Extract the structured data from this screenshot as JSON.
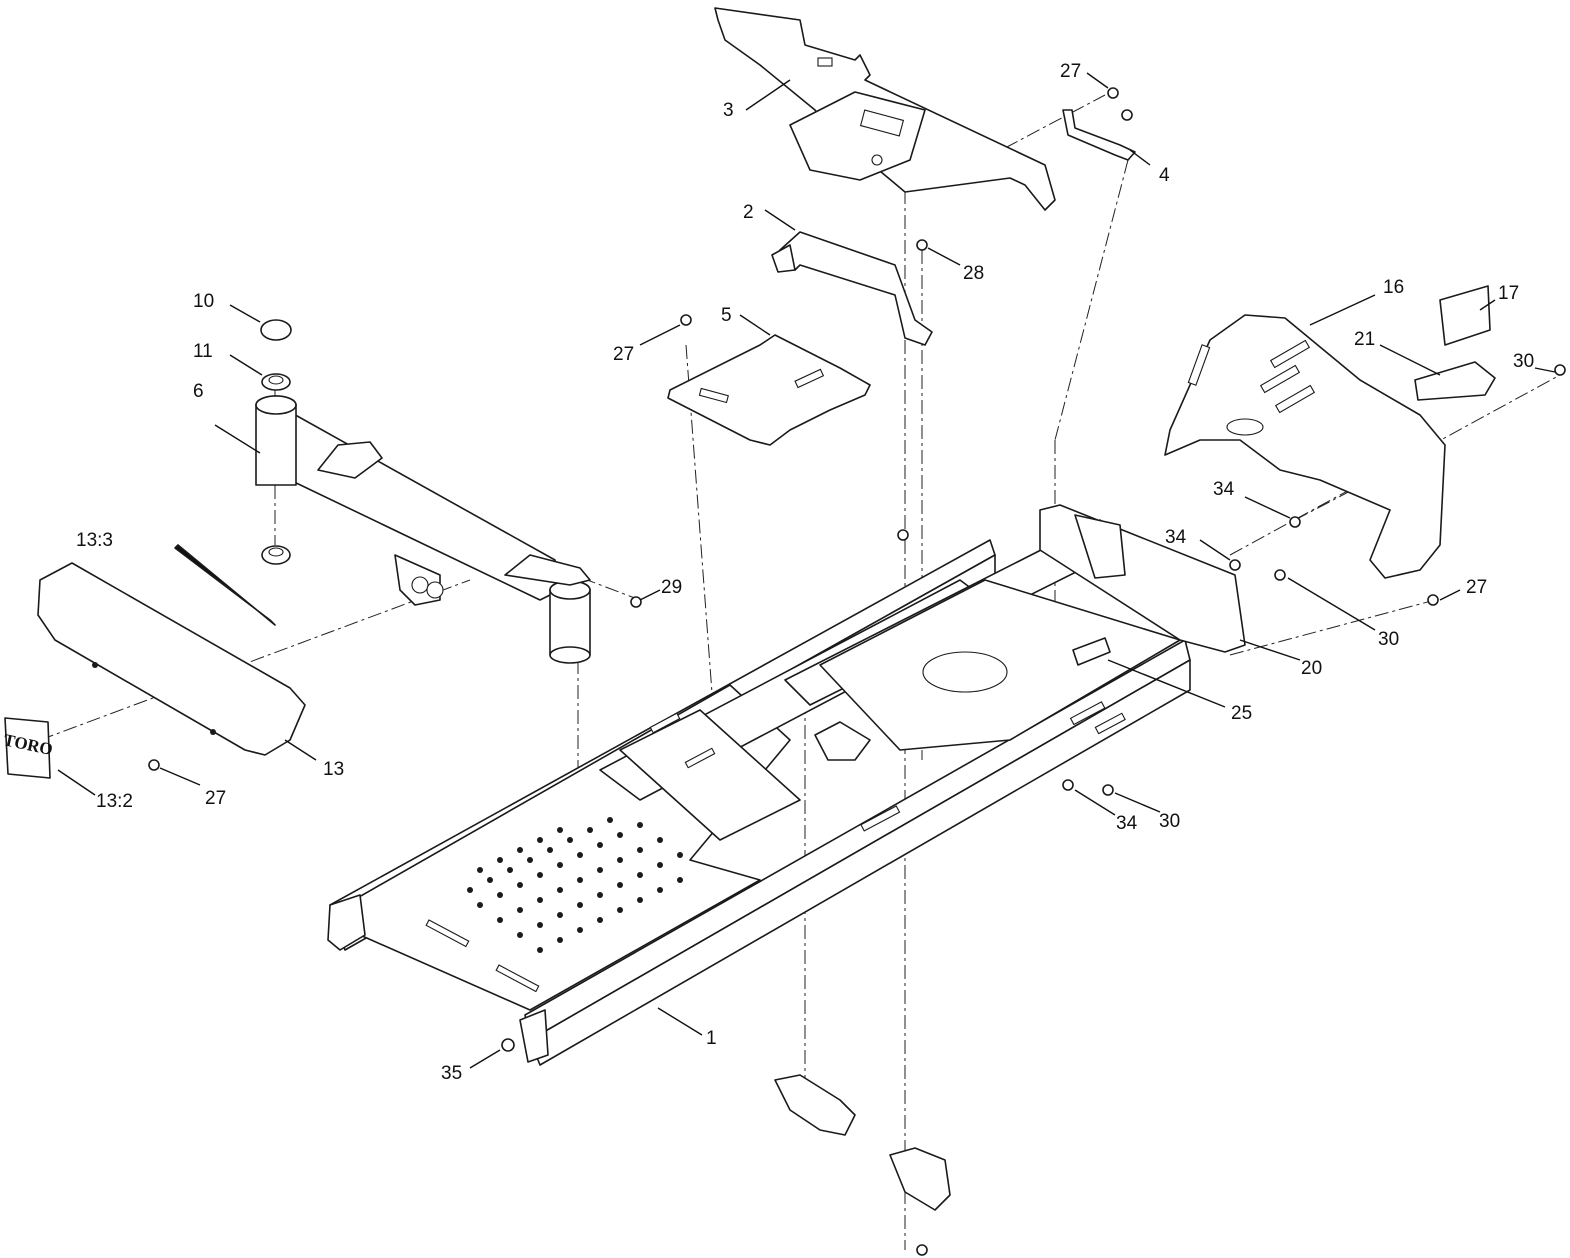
{
  "callouts": {
    "c1": "1",
    "c2": "2",
    "c3": "3",
    "c4": "4",
    "c5": "5",
    "c6": "6",
    "c10": "10",
    "c11": "11",
    "c13": "13",
    "c13_2": "13:2",
    "c13_3": "13:3",
    "c16": "16",
    "c17": "17",
    "c20": "20",
    "c21": "21",
    "c25": "25",
    "c27a": "27",
    "c27b": "27",
    "c27c": "27",
    "c27d": "27",
    "c28": "28",
    "c29": "29",
    "c30a": "30",
    "c30b": "30",
    "c30c": "30",
    "c34a": "34",
    "c34b": "34",
    "c34c": "34",
    "c35": "35"
  },
  "decal_logo": "TORO"
}
